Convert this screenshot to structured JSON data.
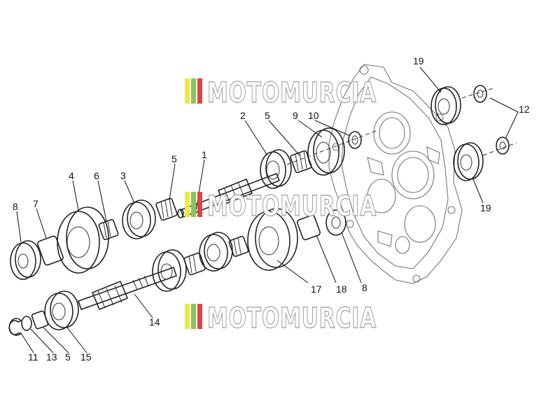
{
  "watermark": {
    "brand": "MOTOMURCIA",
    "stripe_colors": [
      "#e9e94c",
      "#8ac55a",
      "#d64848"
    ]
  },
  "callouts": {
    "c1": "1",
    "c2": "2",
    "c3": "3",
    "c4": "4",
    "c5a": "5",
    "c5b": "5",
    "c5c": "5",
    "c6": "6",
    "c7": "7",
    "c8a": "8",
    "c8b": "8",
    "c9": "9",
    "c10": "10",
    "c11": "11",
    "c12": "12",
    "c13": "13",
    "c14": "14",
    "c15": "15",
    "c17": "17",
    "c18": "18",
    "c19a": "19",
    "c19b": "19"
  }
}
